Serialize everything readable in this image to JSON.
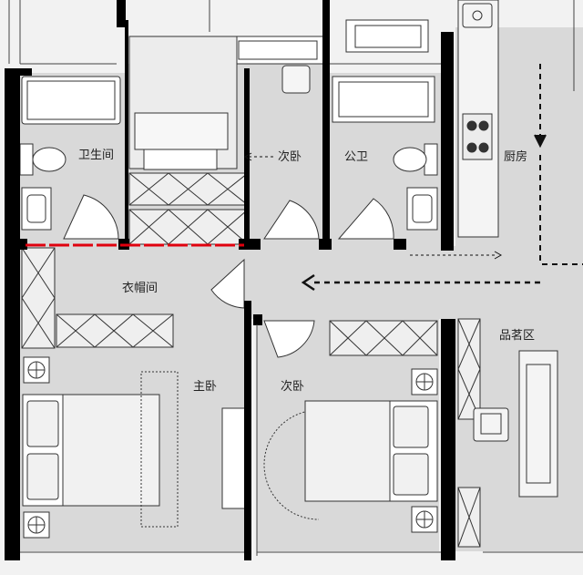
{
  "rooms": {
    "bathroom_1": "卫生间",
    "secondary_bedroom_top": "次卧",
    "public_bathroom": "公卫",
    "kitchen": "厨房",
    "cloakroom": "衣帽间",
    "master_bedroom": "主卧",
    "secondary_bedroom_bottom": "次卧",
    "tea_area": "品茗区"
  },
  "colors": {
    "floor": "#d9d9d9",
    "wall": "#000000",
    "accent_line": "#e0000e",
    "furniture_fill": "#e6e6e6",
    "furniture_stroke": "#333333"
  },
  "icons": {
    "arrow": "dashed-arrow-icon",
    "toilet": "toilet-icon",
    "sink": "sink-icon",
    "stove": "stove-icon",
    "lamp": "nightstand-lamp-icon",
    "door": "door-swing-icon"
  }
}
